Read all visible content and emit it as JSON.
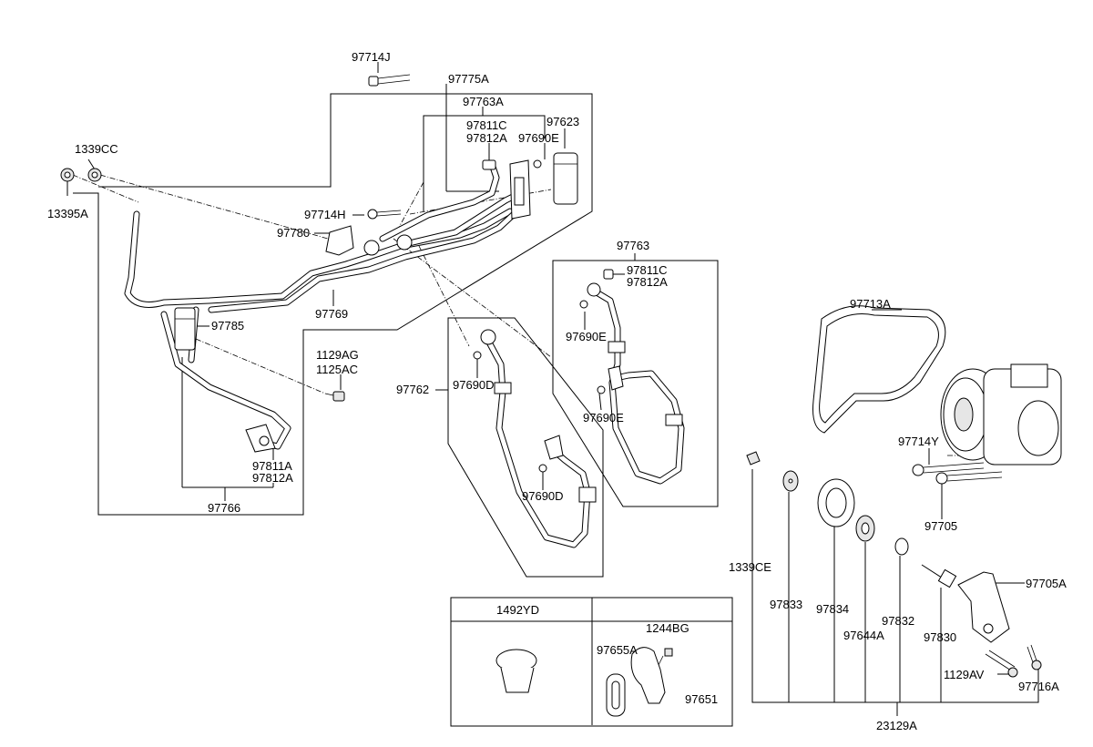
{
  "labels": {
    "p97714J": "97714J",
    "p97775A": "97775A",
    "p97763A": "97763A",
    "p97811C_top": "97811C",
    "p97812A_top": "97812A",
    "p97623": "97623",
    "p97690E_top": "97690E",
    "p1339CC": "1339CC",
    "p13395A": "13395A",
    "p97714H": "97714H",
    "p97780": "97780",
    "p97769": "97769",
    "p97785": "97785",
    "p1129AG": "1129AG",
    "p1125AC": "1125AC",
    "p97811A": "97811A",
    "p97812A_low": "97812A",
    "p97766": "97766",
    "p97763": "97763",
    "p97811C_mid": "97811C",
    "p97812A_mid": "97812A",
    "p97690E_mid1": "97690E",
    "p97690E_mid2": "97690E",
    "p97762": "97762",
    "p97690D_1": "97690D",
    "p97690D_2": "97690D",
    "p97713A": "97713A",
    "p97714Y": "97714Y",
    "p97705": "97705",
    "p1339CE": "1339CE",
    "p97833": "97833",
    "p97834": "97834",
    "p97644A": "97644A",
    "p97832": "97832",
    "p97830": "97830",
    "p97705A": "97705A",
    "p1129AV": "1129AV",
    "p97716A": "97716A",
    "p23129A": "23129A",
    "p1492YD": "1492YD",
    "p1244BG": "1244BG",
    "p97655A": "97655A",
    "p97651": "97651"
  }
}
